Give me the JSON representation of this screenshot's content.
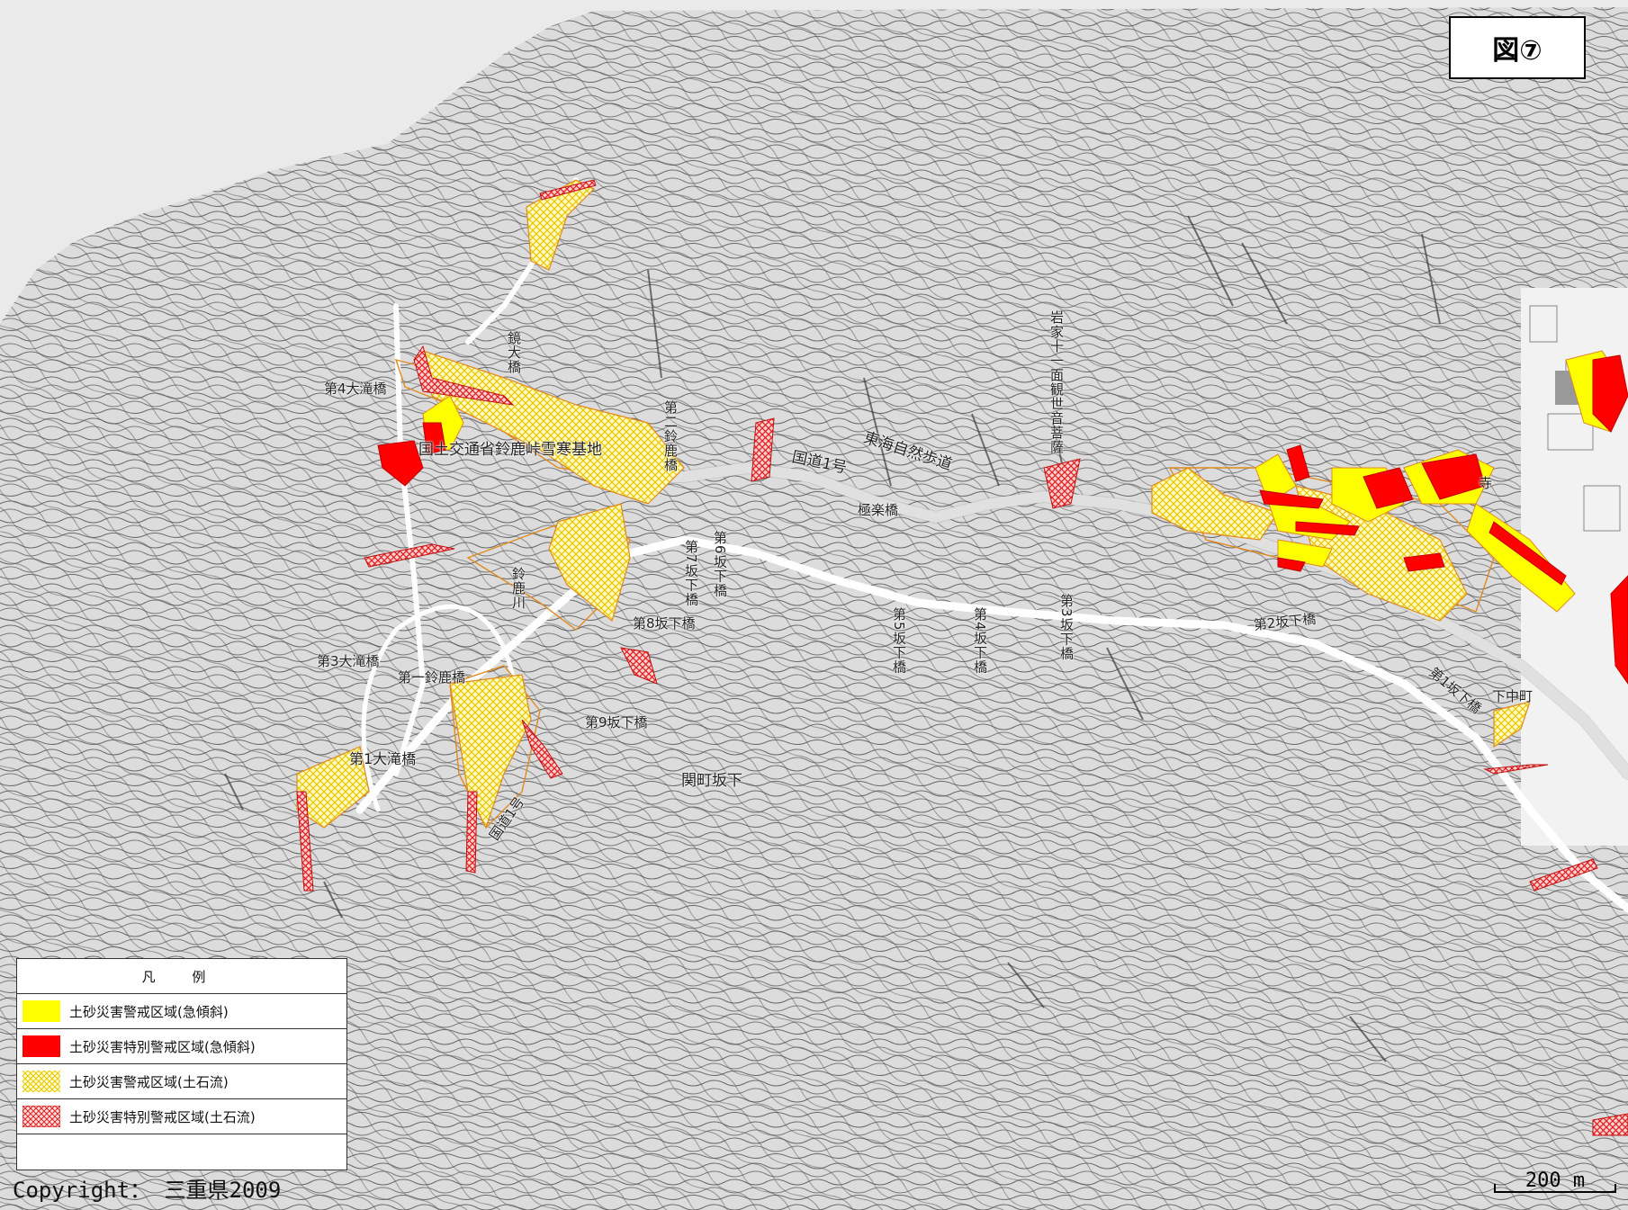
{
  "figure_label": "図⑦",
  "colors": {
    "steep_warning": "#ffff00",
    "steep_special": "#ff0000",
    "debris_warning_hatch": "#f0e060",
    "debris_special_hatch": "#e03030",
    "contour": "#666666",
    "road": "#ffffff",
    "boundary_orange": "#e89020"
  },
  "legend": {
    "title": "凡 例",
    "items": [
      {
        "label": "土砂災害警戒区域(急傾斜)",
        "swatch": "yellow-solid"
      },
      {
        "label": "土砂災害特別警戒区域(急傾斜)",
        "swatch": "red-solid"
      },
      {
        "label": "土砂災害警戒区域(土石流)",
        "swatch": "yellow-hatch"
      },
      {
        "label": "土砂災害特別警戒区域(土石流)",
        "swatch": "red-hatch"
      }
    ]
  },
  "copyright": "Copyright： 三重県2009",
  "scale": "200 m",
  "place_labels": {
    "route1": "国道1号",
    "route1_lower": "国道1号",
    "tokai_trail": "東海自然歩道",
    "kansai_mlit": "国土交通省鈴鹿峠雪寒基地",
    "seki_sakashita": "関町坂下",
    "kannon": "岩家十一面観世音菩薩",
    "suzuka_river": "鈴鹿川",
    "temple": "寺",
    "shimonaka": "下中町",
    "bridge_4_otaki": "第4大滝橋",
    "bridge_3_otaki": "第3大滝橋",
    "bridge_1_otaki": "第1大滝橋",
    "bridge_1_suzuka": "第一鈴鹿橋",
    "bridge_2_suzuka": "第二鈴鹿橋",
    "bridge_kagami": "鏡大橋",
    "bridge_6_saka": "第6坂下橋",
    "bridge_7_saka": "第7坂下橋",
    "bridge_8_saka": "第8坂下橋",
    "bridge_9_saka": "第9坂下橋",
    "bridge_5_saka": "第5坂下橋",
    "bridge_4_saka": "第4坂下橋",
    "bridge_3_saka": "第3坂下橋",
    "bridge_2_saka": "第2坂下橋",
    "bridge_1_saka": "第1坂下橋",
    "bridge_gokuraku": "極楽橋"
  }
}
